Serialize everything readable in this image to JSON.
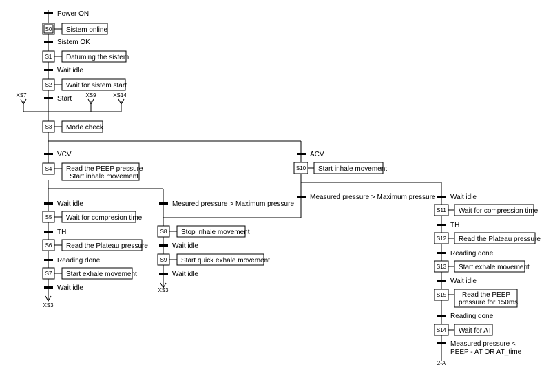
{
  "steps": {
    "s0": {
      "id": "S0",
      "action": "Sistem online"
    },
    "s1": {
      "id": "S1",
      "action": "Datuming the sistem"
    },
    "s2": {
      "id": "S2",
      "action": "Wait for sistem start"
    },
    "s3": {
      "id": "S3",
      "action": "Mode check"
    },
    "s4": {
      "id": "S4",
      "action_line1": "Read the PEEP pressure",
      "action_line2": "Start inhale movement"
    },
    "s5": {
      "id": "S5",
      "action": "Wait for compresion time"
    },
    "s6": {
      "id": "S6",
      "action": "Read the Plateau pressure"
    },
    "s7": {
      "id": "S7",
      "action": "Start exhale movement"
    },
    "s8": {
      "id": "S8",
      "action": "Stop inhale movement"
    },
    "s9": {
      "id": "S9",
      "action": "Start quick exhale movement"
    },
    "s10": {
      "id": "S10",
      "action": "Start inhale movement"
    },
    "s11": {
      "id": "S11",
      "action": "Wait for compression time"
    },
    "s12": {
      "id": "S12",
      "action": "Read the Plateau pressure"
    },
    "s13": {
      "id": "S13",
      "action": "Start exhale movement"
    },
    "s15": {
      "id": "S15",
      "action_line1": "Read the PEEP",
      "action_line2": "pressure for 150ms"
    },
    "s14": {
      "id": "S14",
      "action": "Wait for AT"
    }
  },
  "transitions": {
    "power_on": "Power ON",
    "sistem_ok": "Sistem OK",
    "wait_idle_1": "Wait idle",
    "start": "Start",
    "vcv": "VCV",
    "acv": "ACV",
    "wait_idle_vcv": "Wait idle",
    "th_vcv": "TH",
    "reading_done_vcv": "Reading done",
    "wait_idle_vcv_end": "Wait idle",
    "mesured_pressure": "Mesured pressure > Maximum pressure",
    "wait_idle_s8": "Wait idle",
    "wait_idle_s9": "Wait idle",
    "measured_pressure_acv": "Measured pressure > Maximum pressure",
    "wait_idle_acv": "Wait idle",
    "th_acv": "TH",
    "reading_done_acv1": "Reading done",
    "wait_idle_acv2": "Wait idle",
    "reading_done_acv2": "Reading done",
    "measured_pressure_peep_line1": "Measured pressure <",
    "measured_pressure_peep_line2": "PEEP - AT OR AT_time"
  },
  "jumps": {
    "xs7": "XS7",
    "xs9": "XS9",
    "xs14": "XS14",
    "xs3_vcv": "XS3",
    "xs3_s9": "XS3",
    "goto_2a": "2-A"
  }
}
